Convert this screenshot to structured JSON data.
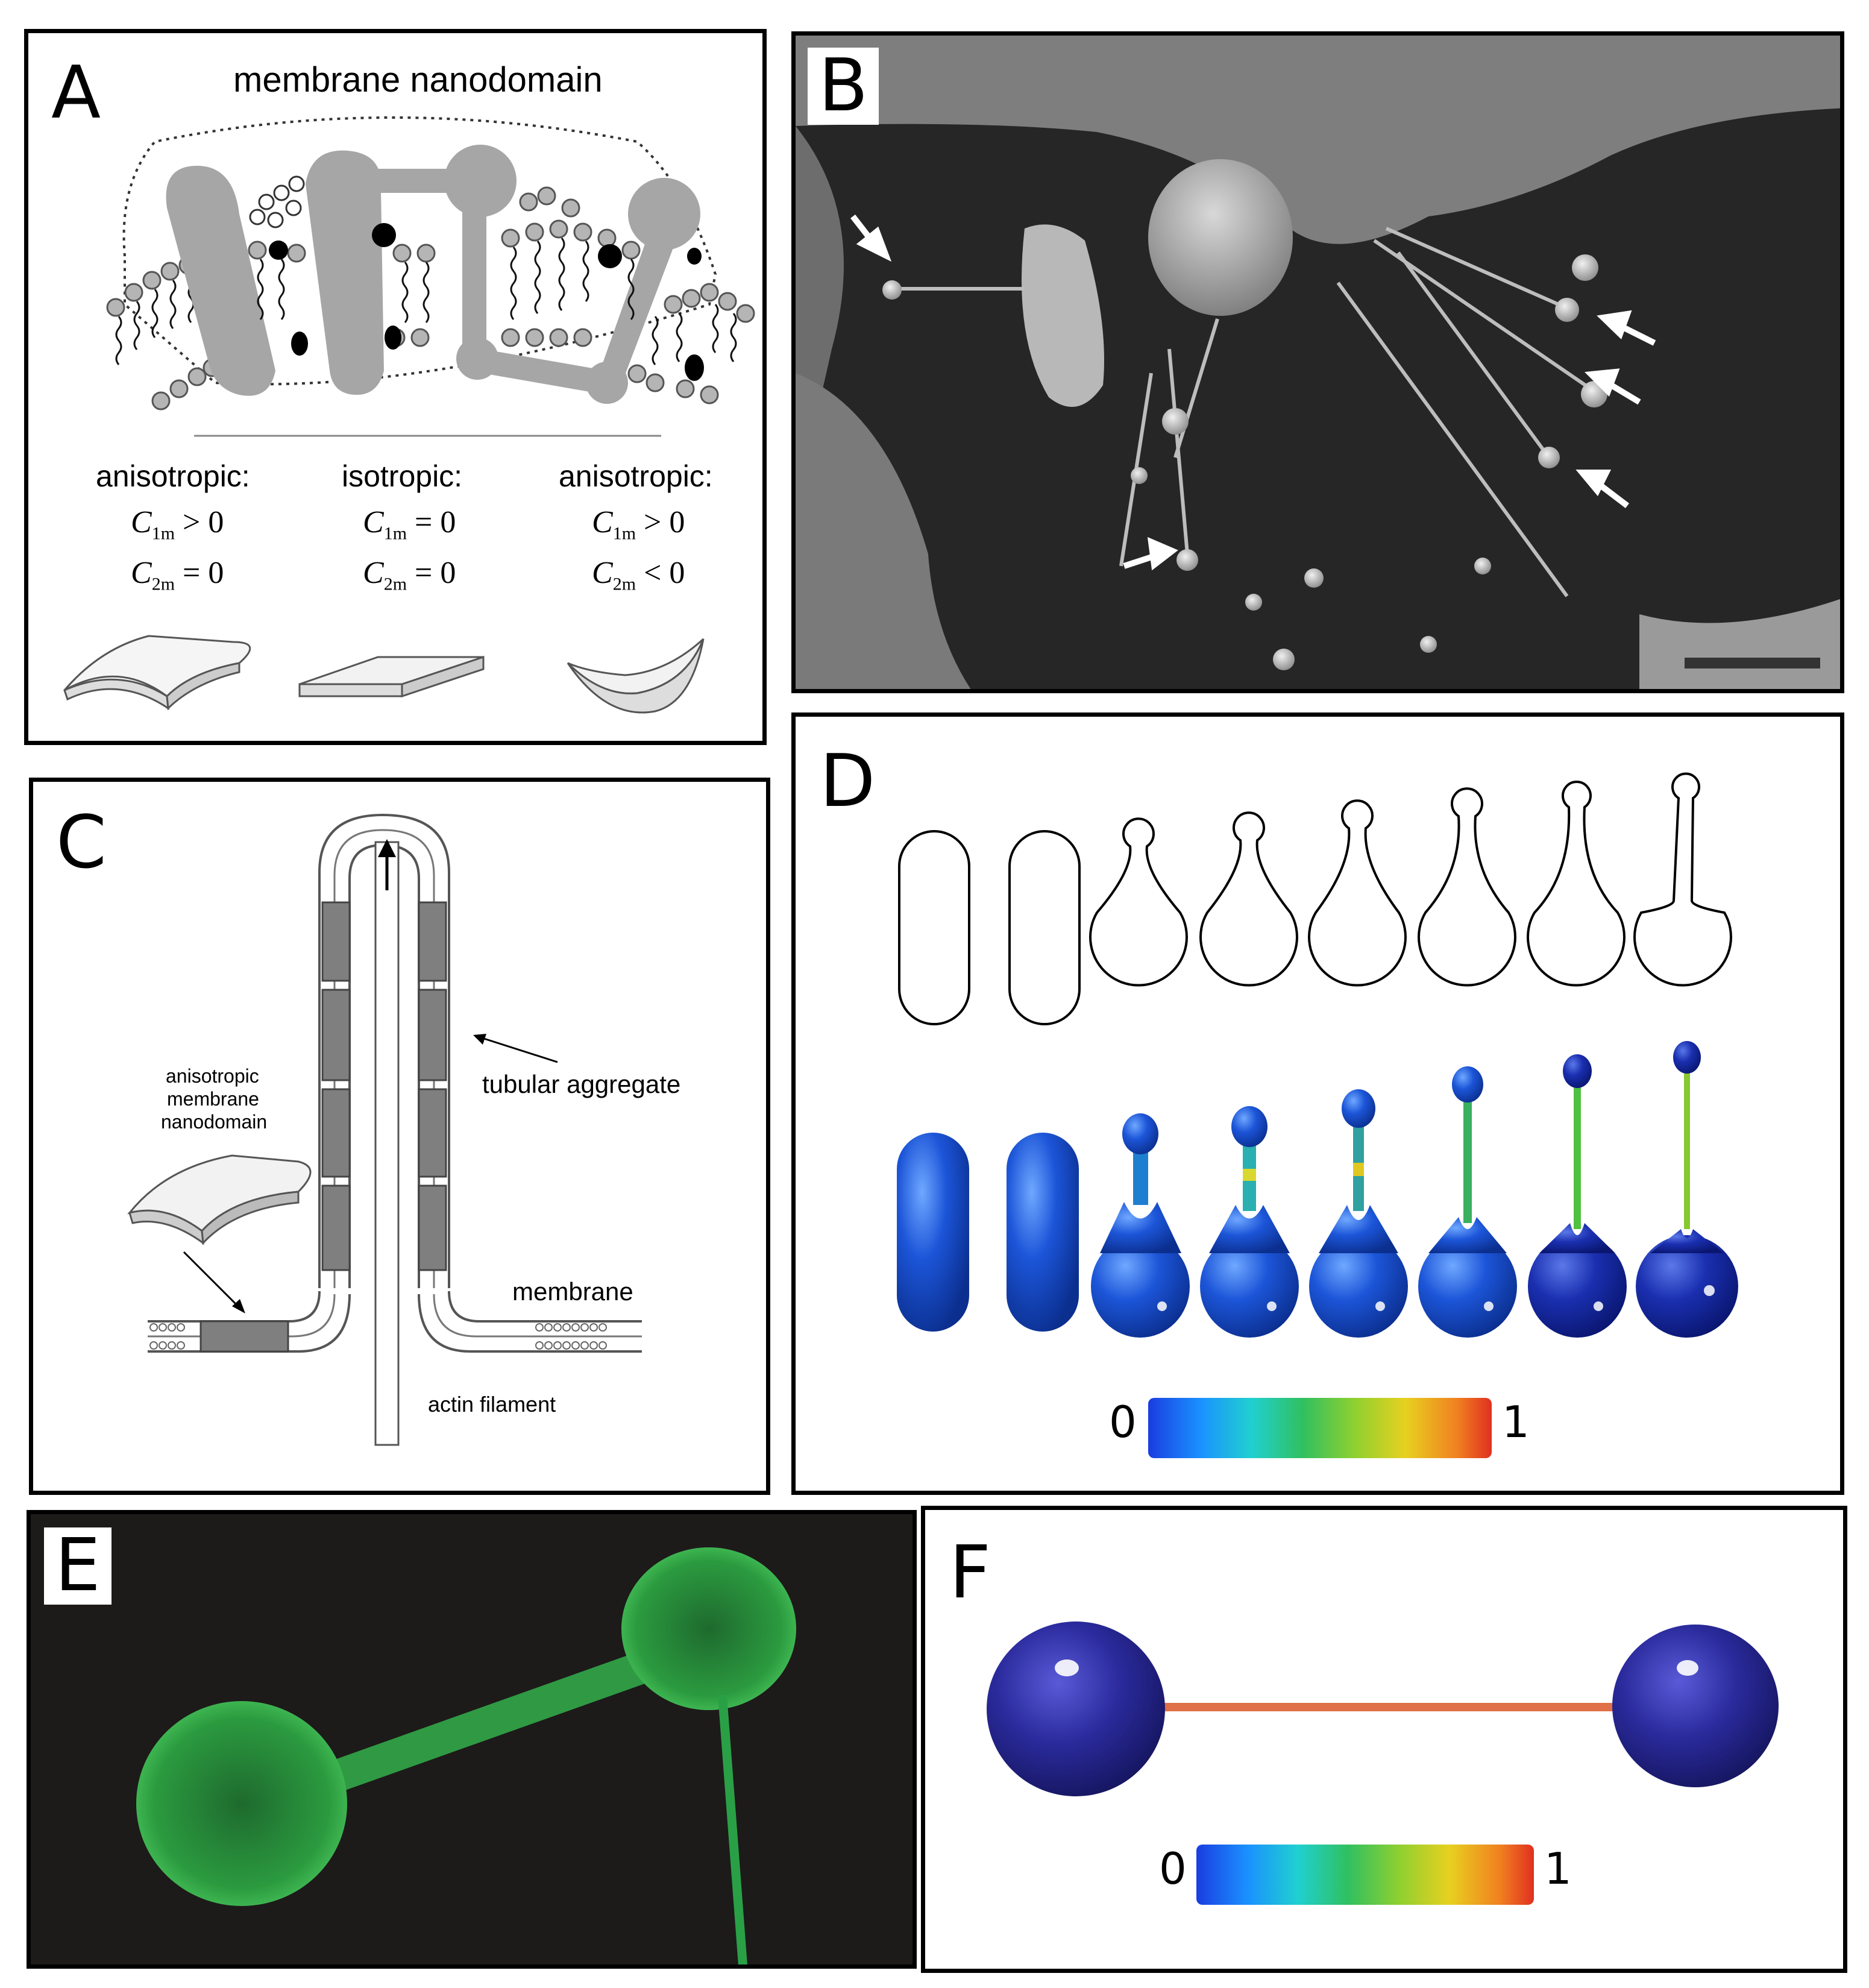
{
  "panels": {
    "A": {
      "label": "A",
      "title": "membrane nanodomain",
      "columns": [
        {
          "type": "anisotropic:",
          "c1": "C",
          "c1_sub": "1m",
          "c1_rel": "> 0",
          "c2": "C",
          "c2_sub": "2m",
          "c2_rel": "= 0"
        },
        {
          "type": "isotropic:",
          "c1": "C",
          "c1_sub": "1m",
          "c1_rel": "= 0",
          "c2": "C",
          "c2_sub": "2m",
          "c2_rel": "= 0"
        },
        {
          "type": "anisotropic:",
          "c1": "C",
          "c1_sub": "1m",
          "c1_rel": "> 0",
          "c2": "C",
          "c2_sub": "2m",
          "c2_rel": "< 0"
        }
      ]
    },
    "B": {
      "label": "B"
    },
    "C": {
      "label": "C",
      "nanodomain_label": [
        "anisotropic",
        "membrane",
        "nanodomain"
      ],
      "tubular_label": "tubular aggregate",
      "membrane_label": "membrane",
      "actin_label": "actin filament"
    },
    "D": {
      "label": "D",
      "cbar_min": "0",
      "cbar_max": "1",
      "shapes_count": 8
    },
    "E": {
      "label": "E"
    },
    "F": {
      "label": "F",
      "cbar_min": "0",
      "cbar_max": "1"
    }
  },
  "colors": {
    "gray": "#a6a6a6",
    "sim_blue": "#1c4fd1",
    "deep_blue": "#2a2a9c",
    "fluor_green": "#2fa845"
  }
}
